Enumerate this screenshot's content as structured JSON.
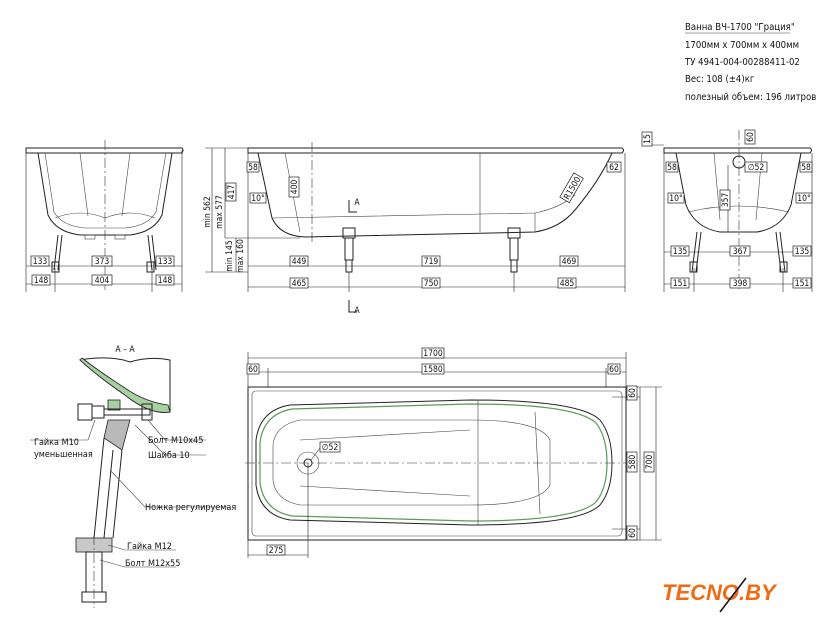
{
  "title_block": {
    "title": "Ванна ВЧ-1700 \"Грация\"",
    "size": "1700мм х 700мм х 400мм",
    "spec": "ТУ 4941-004-00288411-02",
    "weight": "Вес: 108 (±4)кг",
    "volume": "полезный объем: 196 литров"
  },
  "end_view_left": {
    "d_133a": "133",
    "d_373": "373",
    "d_133b": "133",
    "d_148a": "148",
    "d_404": "404",
    "d_148b": "148"
  },
  "side_view": {
    "min_562": "min 562",
    "max_577": "max 577",
    "d_417": "417",
    "min_145": "min 145",
    "max_160": "max 160",
    "d_58": "58",
    "angle_10": "10°",
    "d_400": "400",
    "r_1500": "R1500",
    "d_62": "62",
    "d_449": "449",
    "d_719": "719",
    "d_469": "469",
    "d_465": "465",
    "d_750": "750",
    "d_485": "485",
    "section_mark": "A"
  },
  "end_view_right": {
    "d_15": "15",
    "d_60": "60",
    "d_phi52": "∅52",
    "d_58a": "58",
    "d_58b": "58",
    "angle_a": "10°",
    "angle_b": "10°",
    "d_357": "357",
    "d_135a": "135",
    "d_367": "367",
    "d_135b": "135",
    "d_151a": "151",
    "d_398": "398",
    "d_151b": "151"
  },
  "section_aa": {
    "title": "А – А",
    "nut_m10": "Гайка М10",
    "nut_m10_sub": "уменьшенная",
    "bolt_m10": "Болт М10х45",
    "washer": "Шайба 10",
    "leg": "Ножка регулируемая",
    "nut_m12": "Гайка М12",
    "bolt_m12": "Болт М12х55"
  },
  "top_view": {
    "d_1700": "1700",
    "d_1580": "1580",
    "d_60a": "60",
    "d_60b": "60",
    "d_60c": "60",
    "d_580": "580",
    "d_700": "700",
    "d_60d": "60",
    "d_275": "275",
    "d_phi52": "∅52"
  },
  "logo": {
    "text": "TECNO.BY",
    "color": "#f26a12"
  }
}
